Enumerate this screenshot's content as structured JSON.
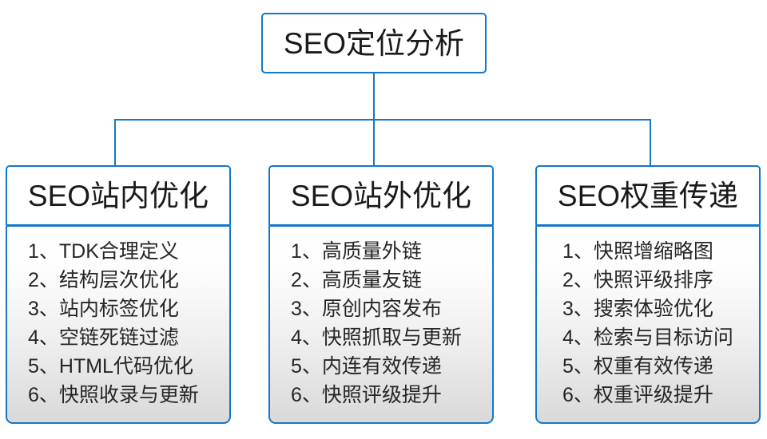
{
  "diagram": {
    "type": "hierarchy",
    "accent_color": "#1478c8",
    "text_color": "#262626",
    "root": {
      "label": "SEO定位分析"
    },
    "branches": [
      {
        "id": "on-site",
        "header": "SEO站内优化",
        "items": [
          "1、TDK合理定义",
          "2、结构层次优化",
          "3、站内标签优化",
          "4、空链死链过滤",
          "5、HTML代码优化",
          "6、快照收录与更新"
        ]
      },
      {
        "id": "off-site",
        "header": "SEO站外优化",
        "items": [
          "1、高质量外链",
          "2、高质量友链",
          "3、原创内容发布",
          "4、快照抓取与更新",
          "5、内连有效传递",
          "6、快照评级提升"
        ]
      },
      {
        "id": "weight-transfer",
        "header": "SEO权重传递",
        "items": [
          "1、快照增缩略图",
          "2、快照评级排序",
          "3、搜索体验优化",
          "4、检索与目标访问",
          "5、权重有效传递",
          "6、权重评级提升"
        ]
      }
    ]
  }
}
